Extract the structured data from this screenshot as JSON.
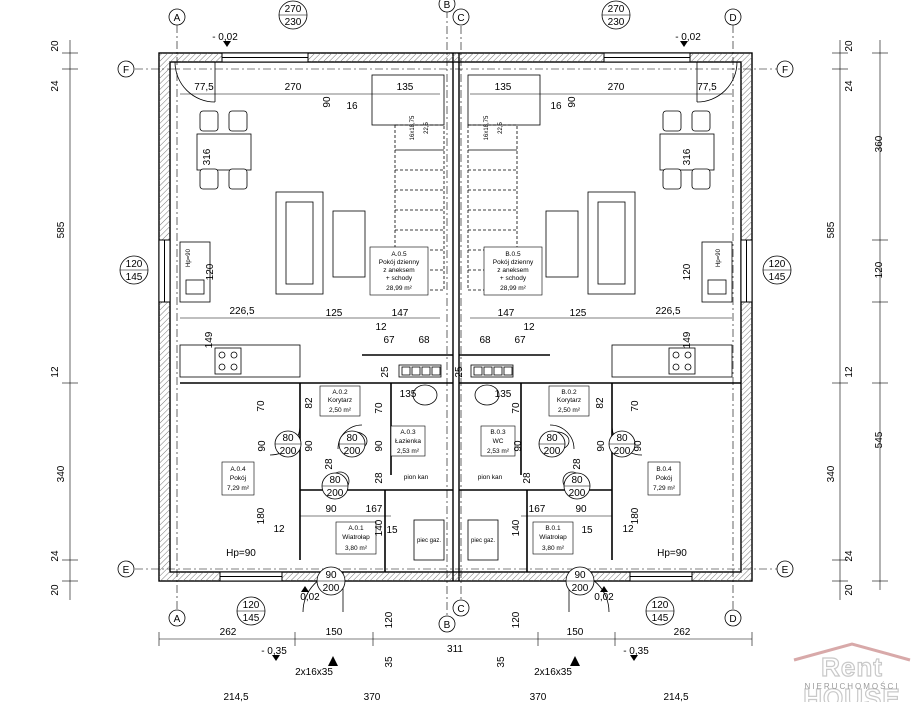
{
  "drawing": {
    "axes": {
      "A": "A",
      "B": "B",
      "C": "C",
      "D": "D",
      "E": "E",
      "F": "F"
    },
    "levels": {
      "top": "- 0,02",
      "bottom": "0,02",
      "ext": "- 0,35"
    },
    "window_top": {
      "w": "270",
      "h": "230"
    },
    "window_side": {
      "w": "120",
      "h": "145"
    },
    "window_bottom": {
      "w": "120",
      "h": "145"
    },
    "door_big": {
      "w": "90",
      "h": "200"
    },
    "door_int": {
      "w": "80",
      "h": "200"
    },
    "hp": "Hp=90",
    "hp_side": "Hp=90",
    "stairs_note": "2x16x35",
    "stair_run": "16x18,75",
    "stair_dim": "22,5",
    "dims": {
      "d20": "20",
      "d24": "24",
      "d585": "585",
      "d12": "12",
      "d340": "340",
      "d545": "545",
      "d360": "360",
      "d120": "120",
      "d77_5": "77,5",
      "d270": "270",
      "d135": "135",
      "d16": "16",
      "d90": "90",
      "d316": "316",
      "d226_5": "226,5",
      "d125": "125",
      "d147": "147",
      "d67": "67",
      "d68": "68",
      "d149": "149",
      "d25": "25",
      "d82": "82",
      "d70": "70",
      "d28": "28",
      "d180": "180",
      "d167": "167",
      "d140": "140",
      "d15": "15",
      "d262": "262",
      "d150": "150",
      "d311": "311",
      "d35": "35",
      "d214": "214,5",
      "d370": "370"
    },
    "rooms_left": [
      {
        "num": "A.0.5",
        "name": "Pokój dzienny",
        "name2": "z aneksem",
        "name3": "+ schody",
        "area": "28,99 m²"
      },
      {
        "num": "A.0.2",
        "name": "Korytarz",
        "area": "2,50 m²"
      },
      {
        "num": "A.0.3",
        "name": "Łazienka",
        "area": "2,53 m²"
      },
      {
        "num": "A.0.4",
        "name": "Pokój",
        "area": "7,29 m²"
      },
      {
        "num": "A.0.1",
        "name": "Wiatrołap",
        "area": "3,80 m²"
      }
    ],
    "rooms_right": [
      {
        "num": "B.0.5",
        "name": "Pokój dzienny",
        "name2": "z aneksem",
        "name3": "+ schody",
        "area": "28,99 m²"
      },
      {
        "num": "B.0.2",
        "name": "Korytarz",
        "area": "2,50 m²"
      },
      {
        "num": "B.0.3",
        "name": "WC",
        "area": "2,53 m²"
      },
      {
        "num": "B.0.4",
        "name": "Pokój",
        "area": "7,29 m²"
      },
      {
        "num": "B.0.1",
        "name": "Wiatrołap",
        "area": "3,80 m²"
      }
    ],
    "pion_kan": "pion kan",
    "piec": "piec gaz."
  },
  "logo": {
    "word": "Rent HOUSE",
    "sub": "NIERUCHOMOŚCI"
  }
}
